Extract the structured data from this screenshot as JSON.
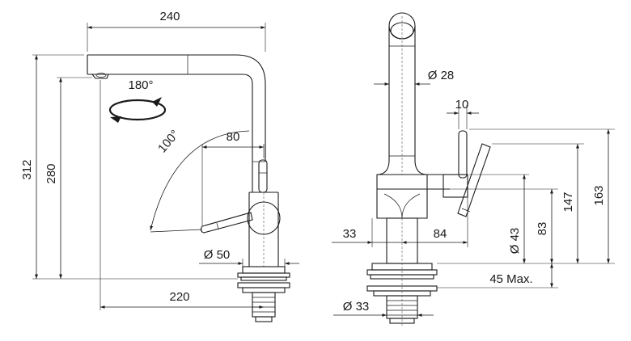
{
  "drawing": {
    "side_view": {
      "dim_width_top": "240",
      "dim_height_total": "312",
      "dim_height_spout": "280",
      "dim_swivel": "180°",
      "dim_tilt": "100°",
      "dim_lever_offset": "80",
      "dim_base_diameter": "Ø 50",
      "dim_reach": "220"
    },
    "front_view": {
      "dim_spout_diameter": "Ø 28",
      "dim_lever_width": "10",
      "dim_body_left": "33",
      "dim_body_right": "84",
      "dim_body_diameter": "Ø 43",
      "dim_h_83": "83",
      "dim_h_147": "147",
      "dim_h_163": "163",
      "dim_counter_thickness": "45 Max.",
      "dim_shank_diameter": "Ø 33"
    }
  }
}
